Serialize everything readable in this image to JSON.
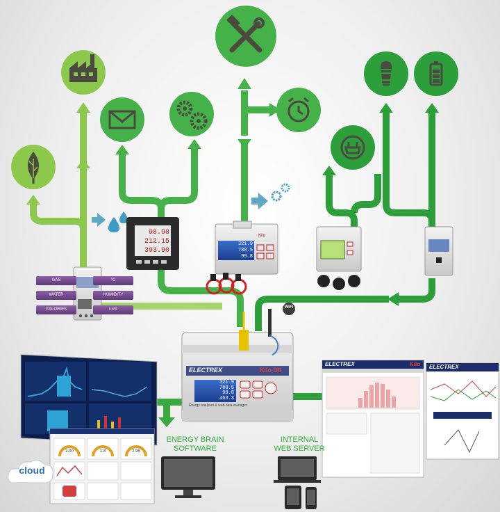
{
  "sensor_tags_left": [
    "GAS",
    "WATER",
    "CALORIES"
  ],
  "sensor_tags_right": [
    "°C",
    "HUMIDITY",
    "LUX"
  ],
  "meter_panel": {
    "lines": [
      "98.98",
      "212.15",
      "393.90"
    ]
  },
  "meter_cts": {
    "lines": [
      "321.9",
      "788.5",
      "99.8"
    ],
    "brand": "Kilo"
  },
  "main_device": {
    "brand_left": "ELECTREX",
    "brand_right": "Kilo D6",
    "caption": "Energy analyser & web data manager",
    "lines": [
      "321.9",
      "788.5",
      "99.8",
      "463.3"
    ]
  },
  "wifi_badge": "WiFi",
  "labels": {
    "energy_brain": [
      "ENERGY BRAIN",
      "SOFTWARE"
    ],
    "web_server": [
      "INTERNAL",
      "WEB SERVER"
    ],
    "cloud": "cloud"
  },
  "web_screens": {
    "brand": "ELECTREX",
    "model": "Kilo"
  },
  "dashboard_values": [
    "2.00",
    "1.8",
    "2.95"
  ],
  "colors": {
    "light_green": "#8cc84b",
    "mid_green": "#45b249",
    "dark_green": "#2c9e3a",
    "circle_dark": "#1f8a30",
    "icon": "#4a4a3f",
    "arrow_blue": "#5ea8c4",
    "tag_purple": "#6d4688",
    "cloud_blue": "#2d6fb4"
  },
  "icons": [
    "leaf-icon",
    "factory-icon",
    "envelope-icon",
    "gears-icon",
    "tools-icon",
    "alarm-clock-icon",
    "plug-icon",
    "bulb-icon",
    "battery-icon",
    "water-drops-icon",
    "small-gears-icon",
    "wifi-icon",
    "cloud-icon",
    "monitor-icon",
    "laptop-icon",
    "tablet-icon",
    "phone-icon"
  ]
}
